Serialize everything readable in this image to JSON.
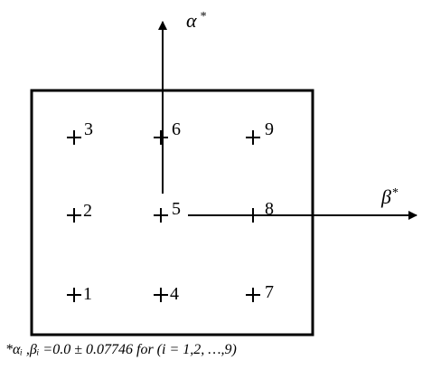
{
  "axes": {
    "alpha_label": "α",
    "alpha_superscript": "*",
    "beta_label": "β",
    "beta_superscript": "*"
  },
  "points": [
    {
      "label": "1"
    },
    {
      "label": "2"
    },
    {
      "label": "3"
    },
    {
      "label": "4"
    },
    {
      "label": "5"
    },
    {
      "label": "6"
    },
    {
      "label": "7"
    },
    {
      "label": "8"
    },
    {
      "label": "9"
    }
  ],
  "caption": "*αᵢ ,βᵢ =0.0 ± 0.07746  for (i = 1,2, …,9)"
}
